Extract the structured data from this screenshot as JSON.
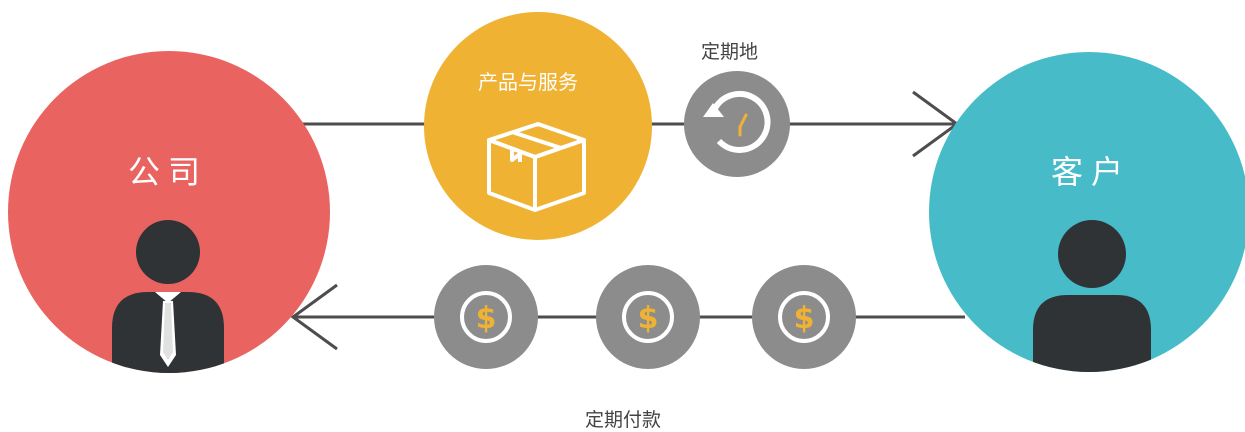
{
  "company": {
    "label": "公司",
    "color": "#E96460",
    "icon": "businessman-icon"
  },
  "customer": {
    "label": "客户",
    "color": "#47BCC8",
    "icon": "person-icon"
  },
  "product": {
    "label": "产品与服务",
    "color": "#F0B233",
    "icon": "box-icon"
  },
  "recurring": {
    "label": "定期地",
    "color": "#8C8C8C",
    "icon": "refresh-clock-icon"
  },
  "payment": {
    "label": "定期付款",
    "color": "#8C8C8C",
    "coin_color": "#F0B233",
    "icon": "dollar-coin-icon"
  },
  "colors": {
    "line": "#4D4D4D",
    "figure": "#2F3335"
  }
}
